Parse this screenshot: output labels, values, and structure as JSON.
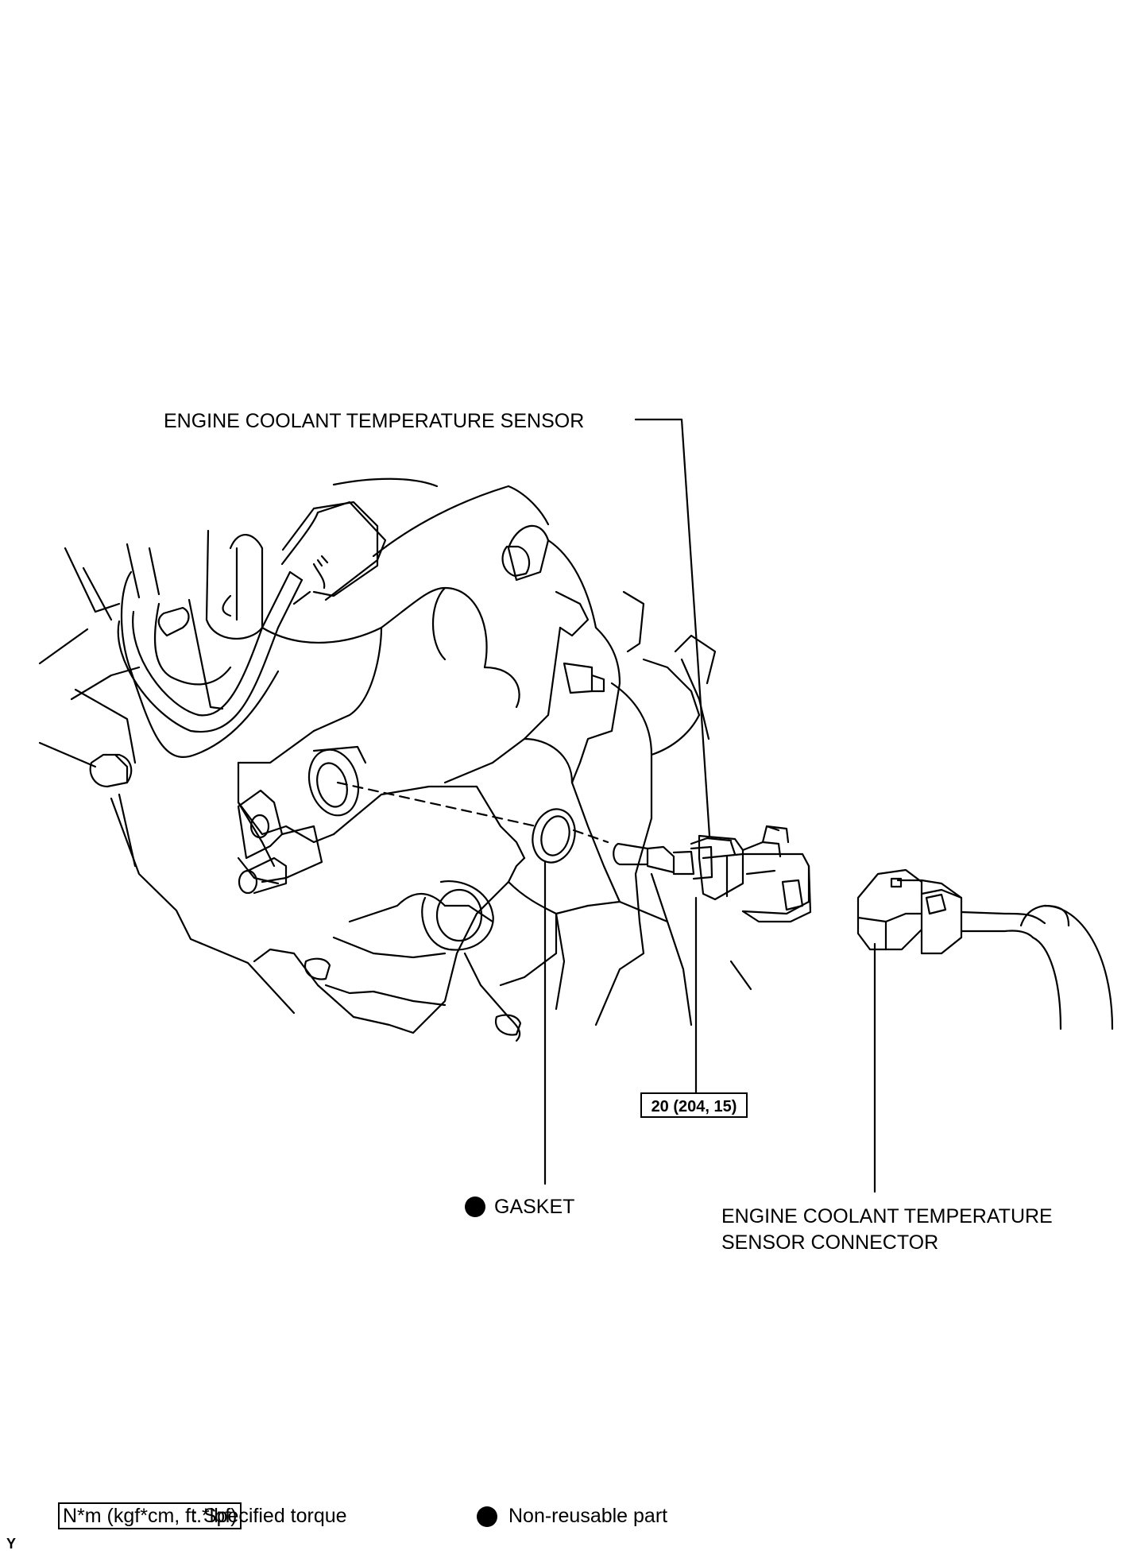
{
  "labels": {
    "sensor": "ENGINE COOLANT TEMPERATURE SENSOR",
    "gasket": "GASKET",
    "connector_line1": "ENGINE COOLANT TEMPERATURE",
    "connector_line2": "SENSOR CONNECTOR"
  },
  "torque": {
    "value": "20 (204, 15)"
  },
  "legend": {
    "torque_key": "N*m (kgf*cm, ft.*lbf)",
    "torque_desc": ": Specified torque",
    "nonreusable_desc": "Non-reusable part"
  },
  "corner_mark": "Y"
}
